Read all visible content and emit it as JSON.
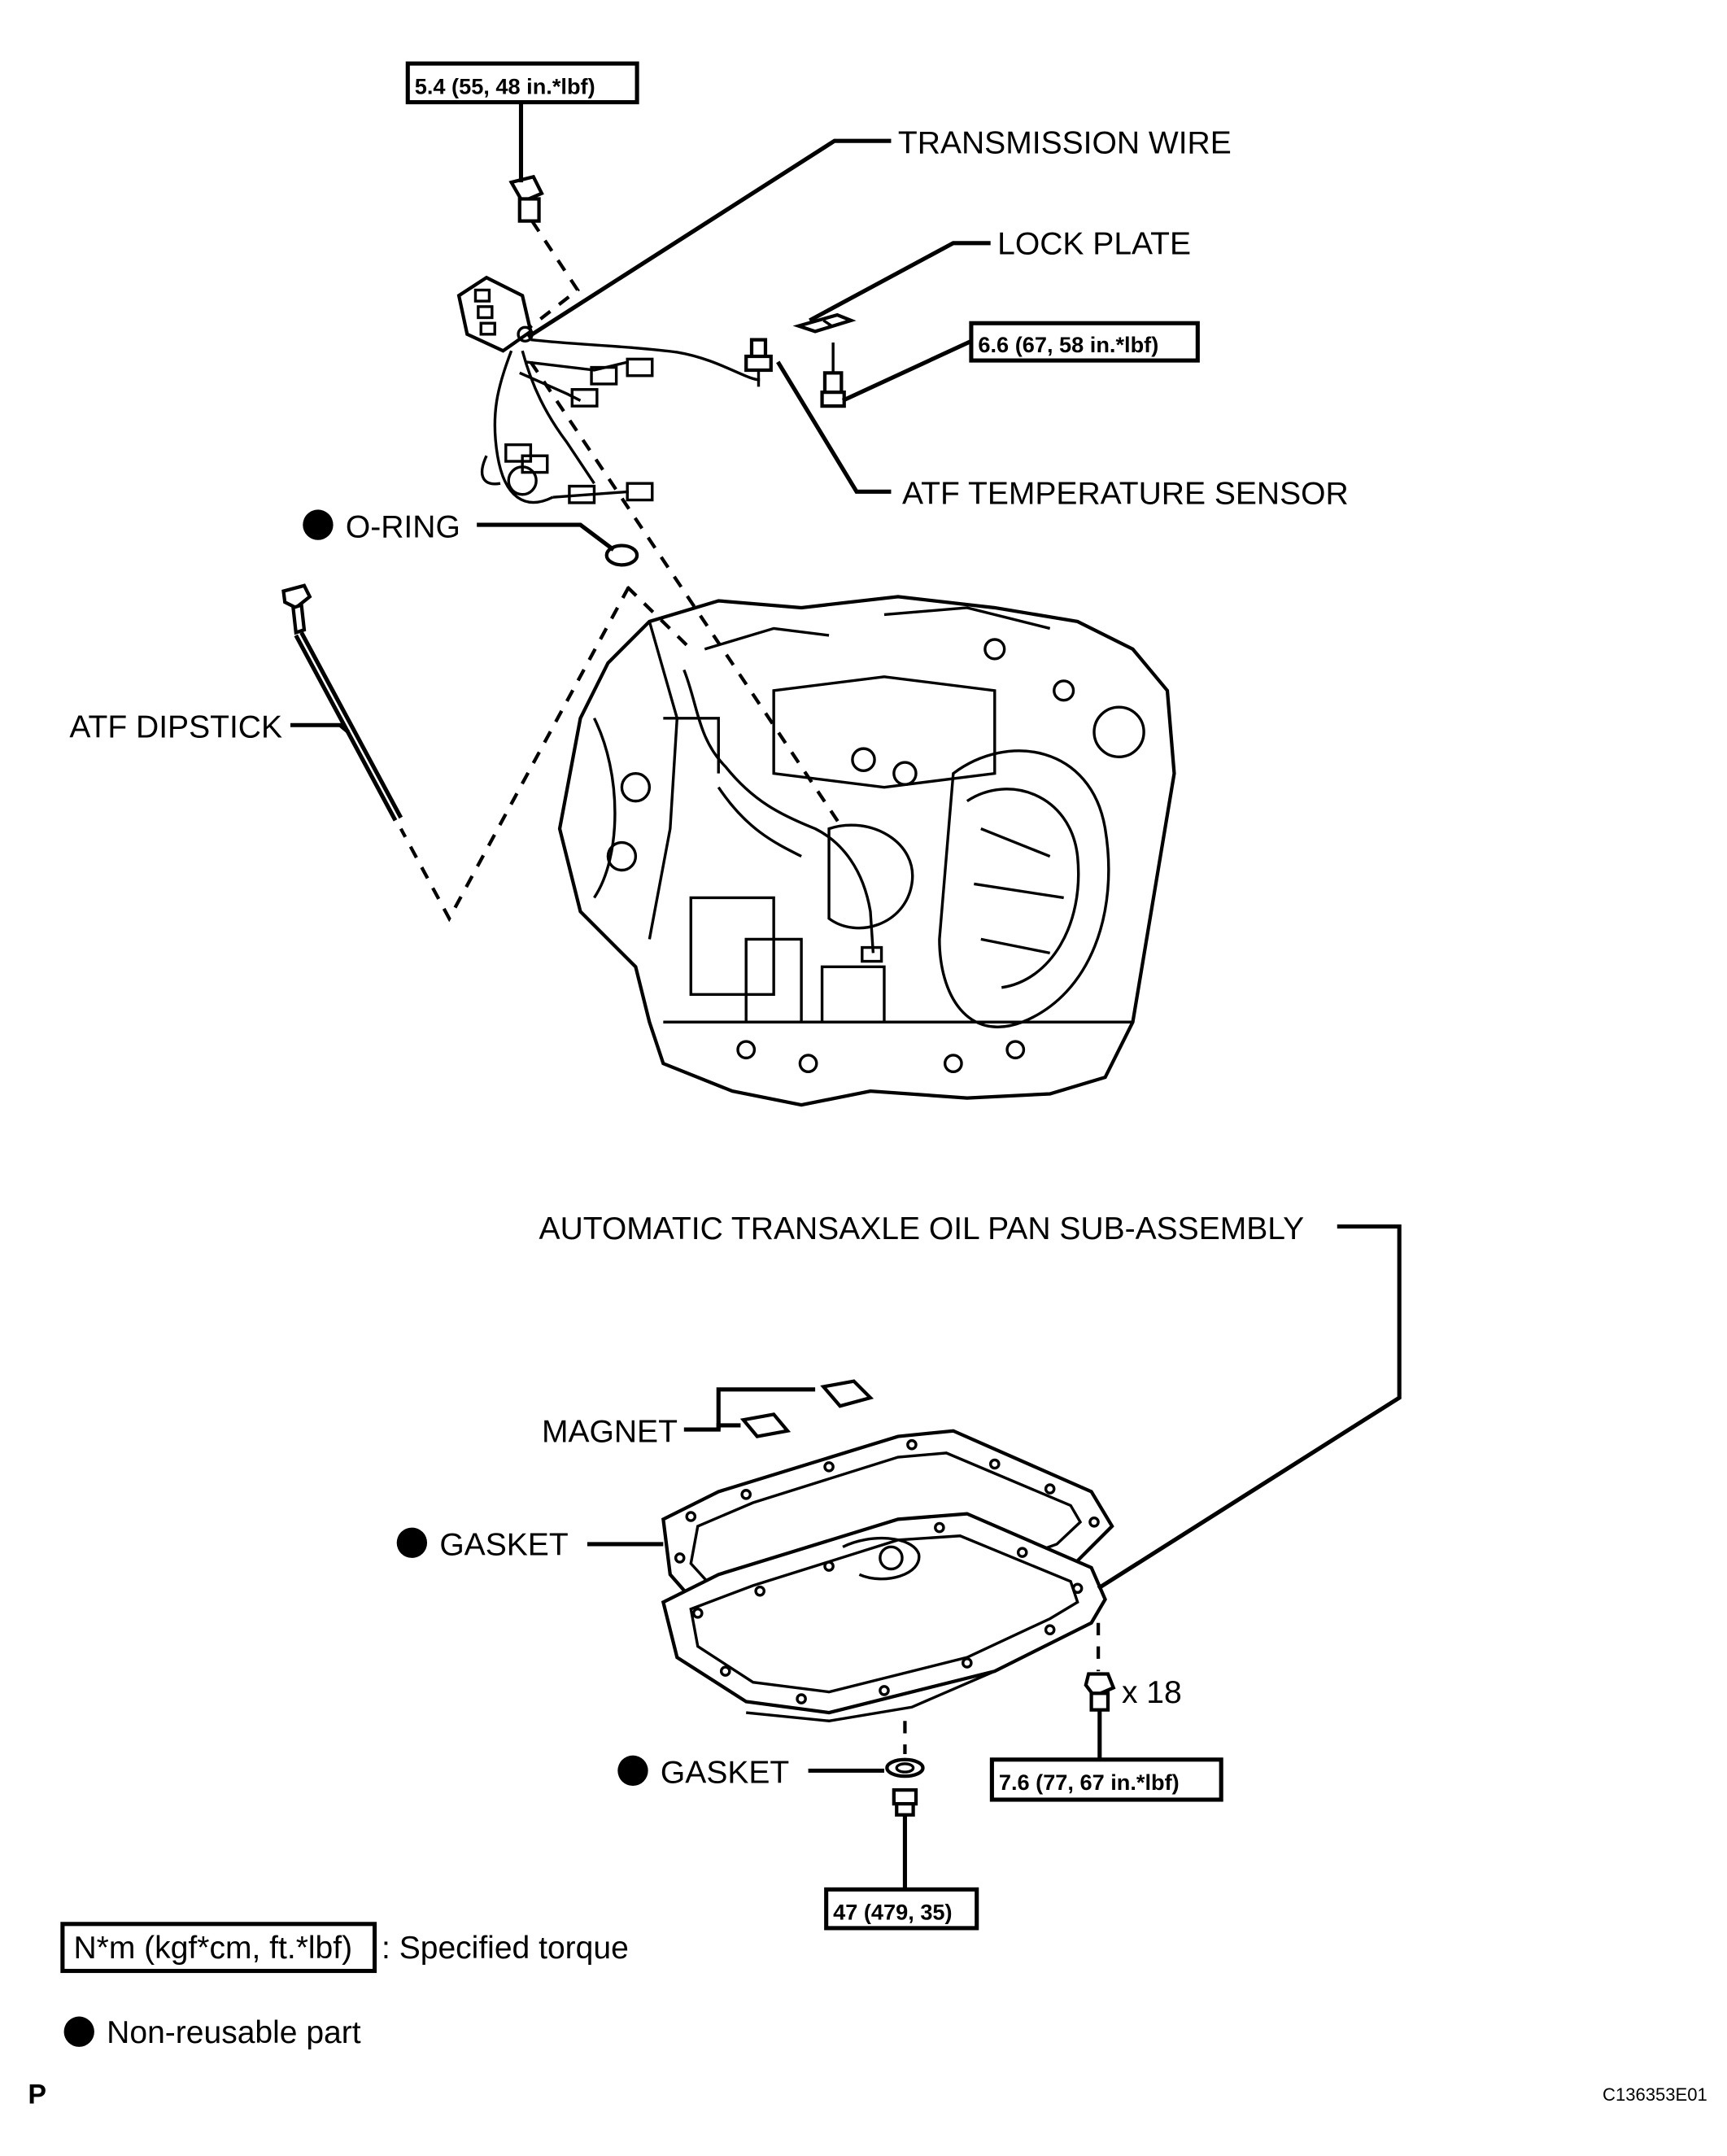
{
  "labels": {
    "transmission_wire": "TRANSMISSION WIRE",
    "lock_plate": "LOCK PLATE",
    "atf_temperature_sensor": "ATF TEMPERATURE SENSOR",
    "o_ring": "O-RING",
    "atf_dipstick": "ATF DIPSTICK",
    "oil_pan": "AUTOMATIC TRANSAXLE OIL PAN SUB-ASSEMBLY",
    "magnet": "MAGNET",
    "gasket_pan": "GASKET",
    "gasket_drain": "GASKET",
    "bolt_count": "x 18"
  },
  "torques": {
    "wire_bolt": "5.4 (55, 48 in.*lbf)",
    "lock_plate_bolt": "6.6 (67, 58 in.*lbf)",
    "pan_bolt": "7.6 (77, 67 in.*lbf)",
    "drain_plug": "47 (479, 35)"
  },
  "legend": {
    "torque_units": "N*m (kgf*cm, ft.*lbf)",
    "torque_desc": ": Specified torque",
    "non_reusable": "Non-reusable part"
  },
  "footer": {
    "page_mark": "P",
    "figure_code": "C136353E01"
  }
}
